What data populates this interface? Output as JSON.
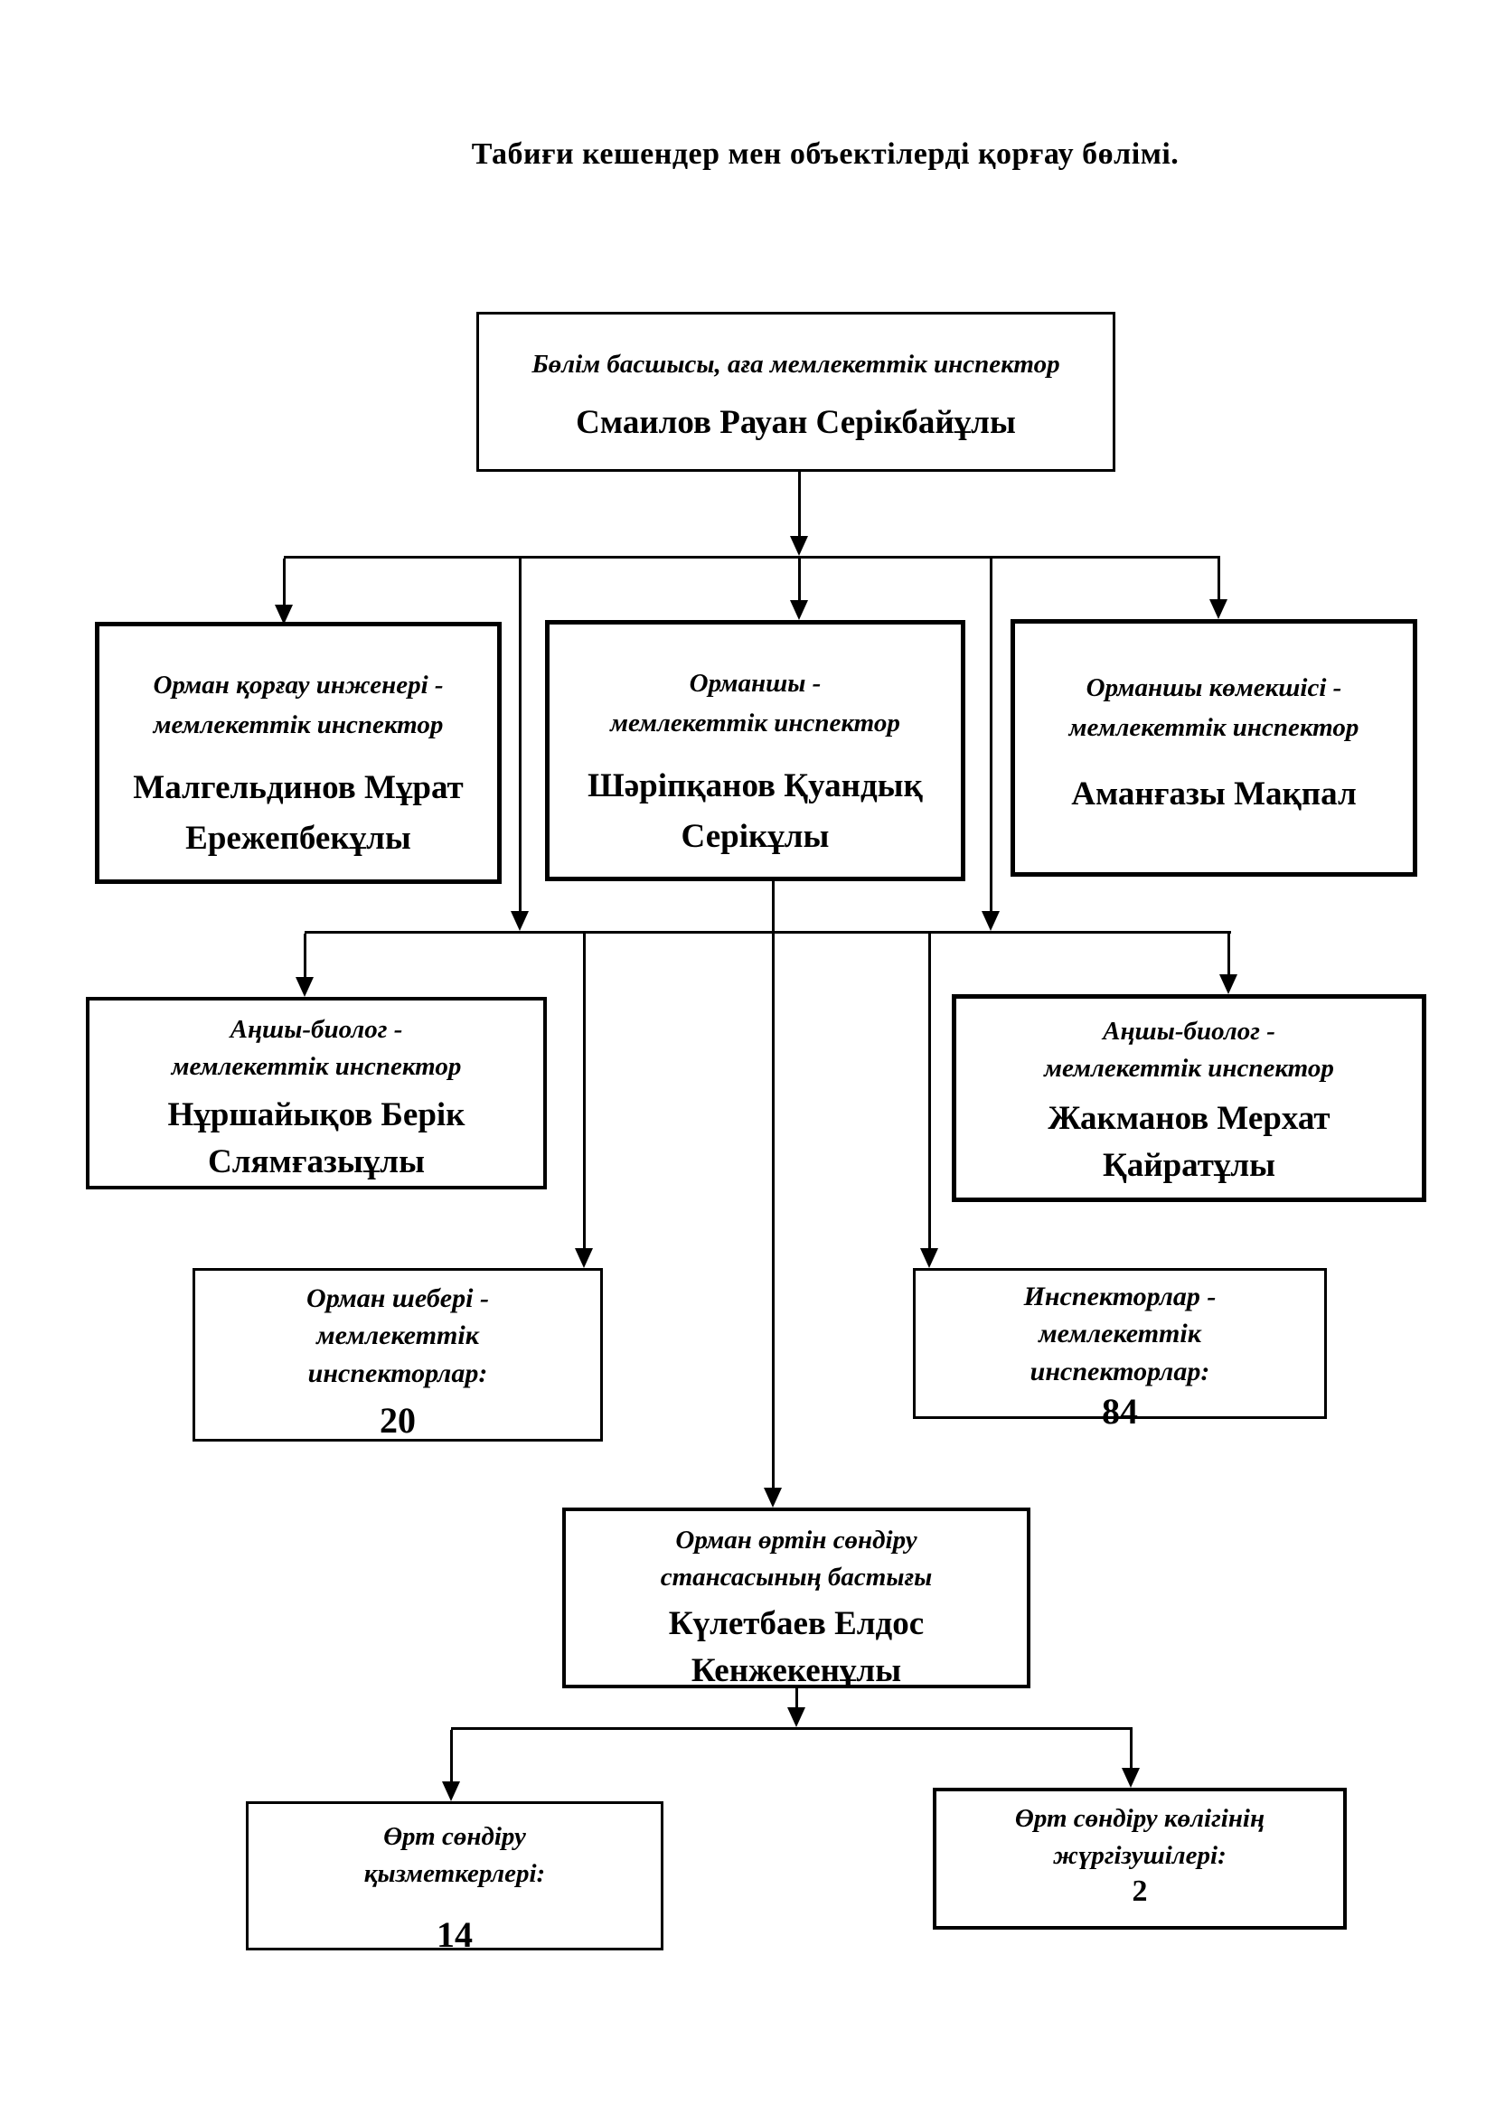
{
  "title": "Табиғи кешендер мен объектілерді қорғау бөлімі.",
  "colors": {
    "line": "#000000",
    "box_border": "#000000",
    "background": "#ffffff",
    "text": "#000000"
  },
  "boxes": {
    "head": {
      "role_lines": [
        "Бөлім басшысы, аға мемлекеттік инспектор"
      ],
      "name_lines": [
        "Смаилов Рауан Серікбайұлы"
      ]
    },
    "forest_engineer": {
      "role_lines": [
        "Орман қорғау инженері -",
        "мемлекеттік инспектор"
      ],
      "name_lines": [
        "Малгельдинов Мұрат",
        "Ережепбекұлы"
      ]
    },
    "forester": {
      "role_lines": [
        "Орманшы -",
        "мемлекеттік инспектор"
      ],
      "name_lines": [
        "Шәріпқанов Қуандық",
        "Серікұлы"
      ]
    },
    "forester_assistant": {
      "role_lines": [
        "Орманшы көмекшісі -",
        "мемлекеттік инспектор"
      ],
      "name_lines": [
        "Аманғазы Мақпал"
      ]
    },
    "hunter_biologist_left": {
      "role_lines": [
        "Аңшы-биолог -",
        "мемлекеттік инспектор"
      ],
      "name_lines": [
        "Нұршайықов Берік",
        "Слямғазыұлы"
      ]
    },
    "hunter_biologist_right": {
      "role_lines": [
        "Аңшы-биолог -",
        "мемлекеттік инспектор"
      ],
      "name_lines": [
        "Жакманов Мерхат",
        "Қайратұлы"
      ]
    },
    "forest_masters": {
      "role_lines": [
        "Орман шебері -",
        "мемлекеттік",
        "инспекторлар:"
      ],
      "count": "20"
    },
    "state_inspectors": {
      "role_lines": [
        "Инспекторлар -",
        "мемлекеттік",
        "инспекторлар:"
      ],
      "count": "84"
    },
    "fire_station_head": {
      "role_lines": [
        "Орман өртін сөндіру",
        "стансасының бастығы"
      ],
      "name_lines": [
        "Күлетбаев Елдос",
        "Кенжекенұлы"
      ]
    },
    "fire_workers": {
      "role_lines": [
        "Өрт сөндіру",
        "қызметкерлері:"
      ],
      "count": "14"
    },
    "fire_truck_drivers": {
      "role_lines": [
        "Өрт сөндіру көлігінің",
        "жүргізушілері:"
      ],
      "count": "2"
    }
  }
}
